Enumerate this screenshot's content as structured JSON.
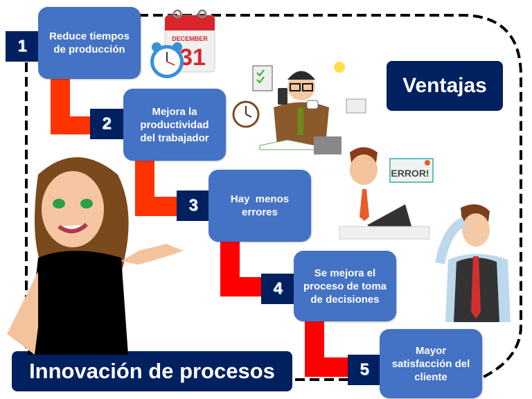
{
  "title": "Innovación de procesos",
  "subtitle": "Ventajas",
  "colors": {
    "step_box": "#4472c4",
    "number_box": "#002060",
    "connector": "#ff3300",
    "connector_alt": "#ff0000",
    "frame_dash": "#000000"
  },
  "steps": [
    {
      "number": "1",
      "line1": "Reduce tiempos",
      "line2": "de producción",
      "line3": ""
    },
    {
      "number": "2",
      "line1": "Mejora la",
      "line2": "productividad",
      "line3": "del trabajador"
    },
    {
      "number": "3",
      "line1": "Hay  menos",
      "line2": "errores",
      "line3": ""
    },
    {
      "number": "4",
      "line1": "Se mejora el",
      "line2": "proceso de toma",
      "line3": "de decisiones"
    },
    {
      "number": "5",
      "line1": "Mayor",
      "line2": "satisfacción del",
      "line3": "cliente"
    }
  ],
  "illustrations": {
    "calendar_month": "DECEMBER",
    "calendar_day": "31",
    "error_popup": "ERROR!"
  }
}
